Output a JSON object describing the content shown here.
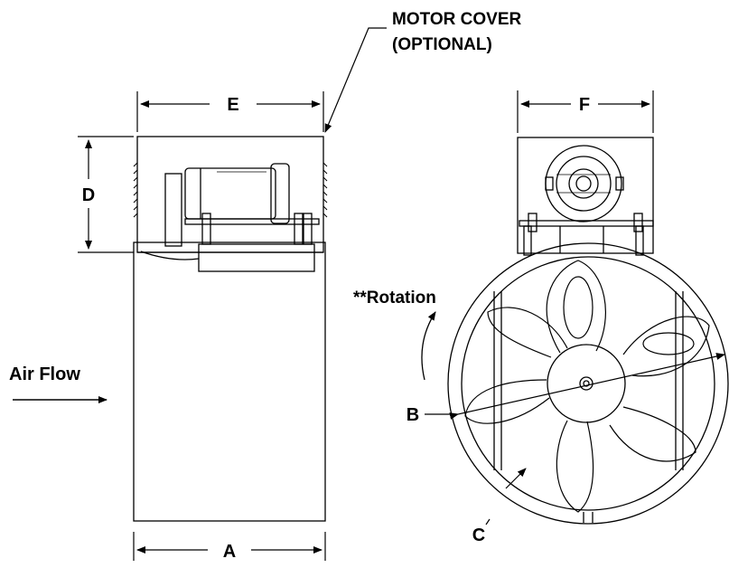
{
  "callouts": {
    "motor_cover_line1": "MOTOR COVER",
    "motor_cover_line2": "(OPTIONAL)",
    "rotation": "**Rotation",
    "air_flow": "Air Flow"
  },
  "dimensions": {
    "a": "A",
    "b": "B",
    "c": "C",
    "d": "D",
    "e": "E",
    "f": "F"
  },
  "colors": {
    "line": "#000000",
    "background": "#ffffff"
  }
}
